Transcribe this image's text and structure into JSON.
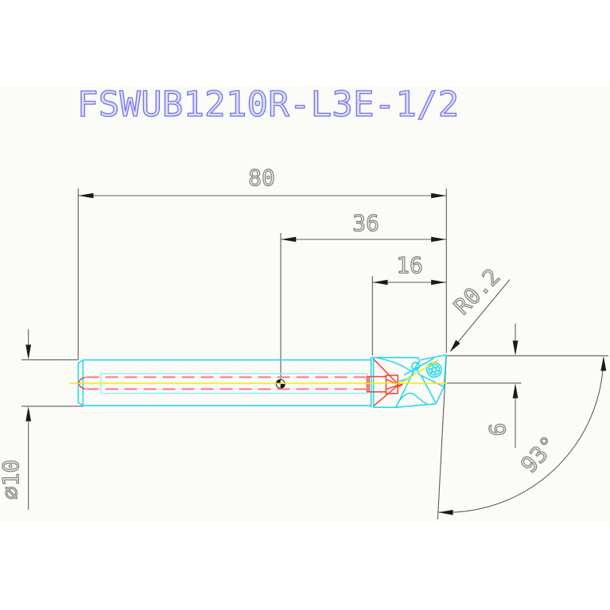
{
  "title": "FSWUB1210R-L3E-1/2",
  "dimensions": {
    "overall_length": "80",
    "intermediate_length": "36",
    "head_length": "16",
    "corner_radius": "R0.2",
    "tip_height": "6",
    "lead_angle": "93°",
    "shank_diameter": "∅10"
  },
  "colors": {
    "drawing_band": "#fbfbf8",
    "title_stroke": "#7272e8",
    "title_fill": "#dedefc",
    "dim_text": "#7d7d7d",
    "dim_text_fill": "#ededed",
    "dimension_line": "#5c5c5c",
    "arrow": "#1b1b1b",
    "tool_outline": "#29d9e8",
    "tool_inner": "#8feef5",
    "hidden_line": "#ff7a7a",
    "coolant": "#ff3b30",
    "centerline": "#ffe600"
  }
}
